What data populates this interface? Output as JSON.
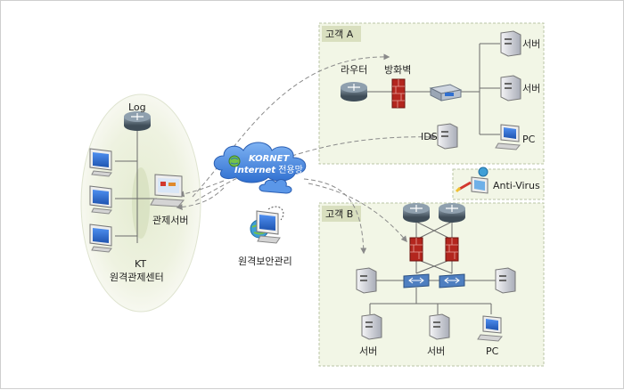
{
  "colors": {
    "zone_fill": "#f2f6e6",
    "zone_border": "#b9c4a6",
    "tag_fill": "#d9dfbf",
    "firewall": "#b3261e",
    "router": "#5f6f7c",
    "cloud": "#3f7fd6",
    "screen": "#2f6fd0"
  },
  "center": {
    "log_label": "Log",
    "server_label": "관제서버",
    "org_line1": "KT",
    "org_line2": "원격관제센터"
  },
  "cloud": {
    "line1": "KORNET",
    "line2_italic": "Internet",
    "line2_rest": " 전용망"
  },
  "remote": {
    "label": "원격보안관리"
  },
  "customer_a": {
    "tag": "고객 A",
    "router_label": "라우터",
    "firewall_label": "방화벽",
    "ids_label": "IDS",
    "server1_label": "서버",
    "server2_label": "서버",
    "pc_label": "PC"
  },
  "antivirus": {
    "label": "Anti-Virus"
  },
  "customer_b": {
    "tag": "고객 B",
    "server1_label": "서버",
    "server2_label": "서버",
    "pc_label": "PC"
  }
}
